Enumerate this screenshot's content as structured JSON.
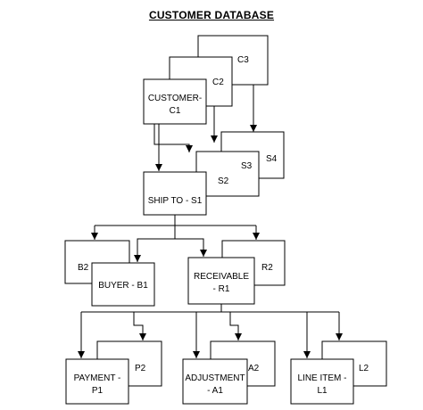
{
  "title": "CUSTOMER DATABASE",
  "nodes": {
    "c3": "C3",
    "c2": "C2",
    "customer": [
      "CUSTOMER-",
      "C1"
    ],
    "s4": "S4",
    "s3": "S3",
    "s2": "S2",
    "shipto": "SHIP TO - S1",
    "b2": "B2",
    "buyer": "BUYER - B1",
    "r2": "R2",
    "receivable": [
      "RECEIVABLE",
      "- R1"
    ],
    "p2": "P2",
    "payment": [
      "PAYMENT -",
      "P1"
    ],
    "a2": "A2",
    "adjustment": [
      "ADJUSTMENT",
      "- A1"
    ],
    "l2": "L2",
    "lineitem": [
      "LINE ITEM -",
      "L1"
    ]
  }
}
